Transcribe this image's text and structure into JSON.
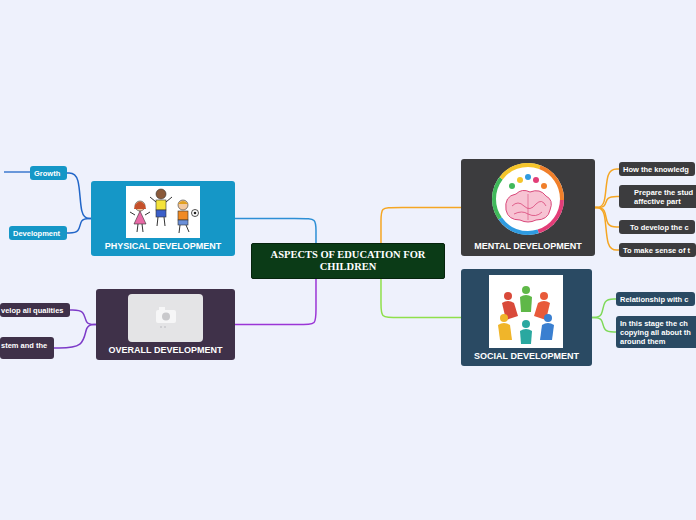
{
  "diagram": {
    "nodes": [
      {
        "text": [
          "ASPECTS OF EDUCATION FOR CHILDREN"
        ]
      },
      {
        "text": [
          "PHYSICAL DEVELOPMENT"
        ]
      },
      {
        "text": [
          "Growth"
        ]
      },
      {
        "text": [
          "Development"
        ]
      },
      {
        "text": [
          "OVERALL DEVELOPMENT"
        ]
      },
      {
        "text": [
          "velop all qualities"
        ]
      },
      {
        "text": [
          "stem and the"
        ]
      },
      {
        "text": [
          "MENTAL DEVELOPMENT"
        ]
      },
      {
        "text": [
          "How the knowledg"
        ]
      },
      {
        "text": [
          "Prepare the stud affective part"
        ]
      },
      {
        "text": [
          "To develop the c"
        ]
      },
      {
        "text": [
          "To make sense of t"
        ]
      },
      {
        "text": [
          "SOCIAL DEVELOPMENT"
        ]
      },
      {
        "text": [
          "Relationship with c"
        ]
      },
      {
        "text": [
          "In this stage the ch copying all about th around them"
        ]
      }
    ],
    "edges": [
      {
        "from": 0,
        "to": 1,
        "arrow": "none"
      },
      {
        "from": 1,
        "to": 2,
        "arrow": "none"
      },
      {
        "from": 1,
        "to": 3,
        "arrow": "none"
      },
      {
        "from": 0,
        "to": 4,
        "arrow": "none"
      },
      {
        "from": 4,
        "to": 5,
        "arrow": "none"
      },
      {
        "from": 4,
        "to": 6,
        "arrow": "none"
      },
      {
        "from": 0,
        "to": 7,
        "arrow": "none"
      },
      {
        "from": 7,
        "to": 8,
        "arrow": "none"
      },
      {
        "from": 7,
        "to": 9,
        "arrow": "none"
      },
      {
        "from": 7,
        "to": 10,
        "arrow": "none"
      },
      {
        "from": 7,
        "to": 11,
        "arrow": "none"
      },
      {
        "from": 0,
        "to": 12,
        "arrow": "none"
      },
      {
        "from": 12,
        "to": 13,
        "arrow": "none"
      },
      {
        "from": 12,
        "to": 14,
        "arrow": "none"
      }
    ]
  }
}
